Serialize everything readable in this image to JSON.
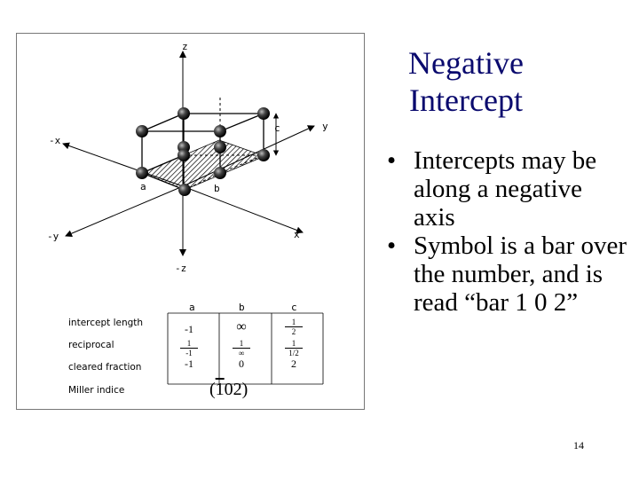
{
  "figure": {
    "axes": {
      "z": "z",
      "neg_z": "-z",
      "x": "x",
      "neg_x": "-x",
      "y": "y",
      "neg_y": "-y",
      "a": "a",
      "b": "b",
      "c": "c"
    },
    "table": {
      "headers": [
        "a",
        "b",
        "c"
      ],
      "rows": [
        {
          "label": "intercept length",
          "values": [
            "-1",
            "∞",
            {
              "num": "1",
              "den": "2"
            }
          ]
        },
        {
          "label": "reciprocal",
          "values": [
            {
              "num": "1",
              "den": "-1"
            },
            {
              "num": "1",
              "den": "∞"
            },
            {
              "num": "1",
              "den": "1/2"
            }
          ]
        },
        {
          "label": "cleared fraction",
          "values": [
            "-1",
            "0",
            "2"
          ]
        },
        {
          "label": "Miller indice",
          "values": []
        }
      ],
      "miller": {
        "open": "(",
        "bar_digit": "1",
        "rest": "02",
        "close": ")"
      }
    }
  },
  "title": {
    "line1": "Negative",
    "line2": "Intercept"
  },
  "bullets": [
    "Intercepts may be along a negative axis",
    "Symbol is a bar over the number, and is read “bar 1 0 2”"
  ],
  "bullet_char": "•",
  "page_number": "14"
}
